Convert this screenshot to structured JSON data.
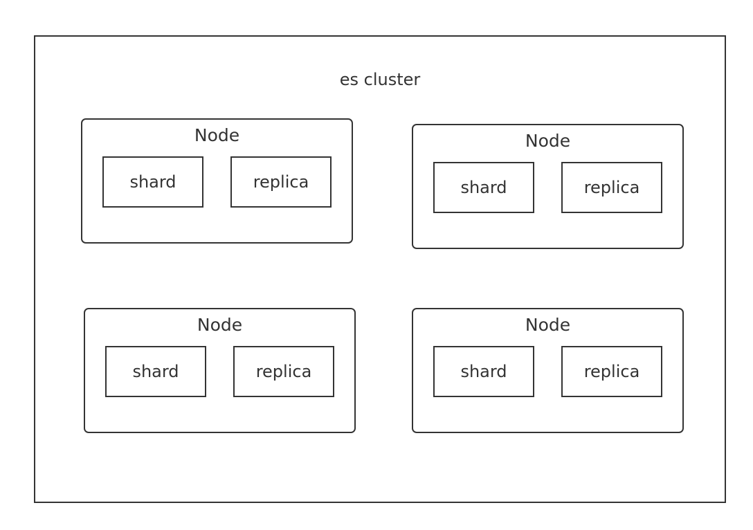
{
  "cluster": {
    "label": "es cluster",
    "nodes": [
      {
        "label": "Node",
        "shard_label": "shard",
        "replica_label": "replica"
      },
      {
        "label": "Node",
        "shard_label": "shard",
        "replica_label": "replica"
      },
      {
        "label": "Node",
        "shard_label": "shard",
        "replica_label": "replica"
      },
      {
        "label": "Node",
        "shard_label": "shard",
        "replica_label": "replica"
      }
    ]
  }
}
